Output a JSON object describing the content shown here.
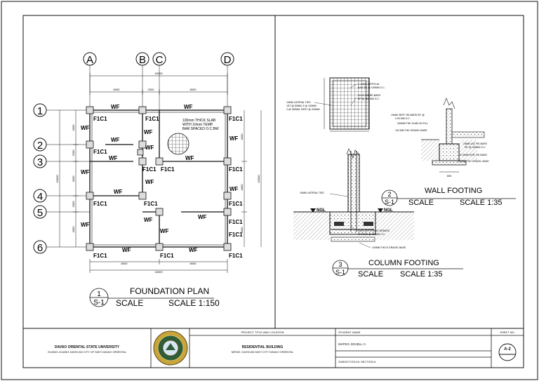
{
  "plan": {
    "grid_cols": [
      "A",
      "B",
      "C",
      "D"
    ],
    "grid_rows": [
      "1",
      "2",
      "3",
      "4",
      "5",
      "6"
    ],
    "overall_dim": "16000",
    "col_dims": [
      "6000",
      "2000",
      "8000"
    ],
    "bottom_dims": [
      "8000",
      "8000"
    ],
    "bottom_total": "16000",
    "left_total": "16000",
    "right_total": "16000",
    "left_dims": [
      "4000",
      "2000",
      "4000",
      "2000",
      "4000"
    ],
    "right_dims": [
      "4000",
      "4000",
      "4000"
    ],
    "wf": "WF",
    "f1c1": "F1C1",
    "slab_note": [
      "100mm THICK SLAB",
      "WITH 10mm TEMP.",
      "BAR SPACED O.C.BW"
    ],
    "title_number": "1",
    "title_sheet": "S-1",
    "title": "FOUNDATION PLAN",
    "scale_word": "SCALE",
    "scale": "SCALE 1:150"
  },
  "wall_footing": {
    "number": "2",
    "sheet": "S-1",
    "title": "WALL FOOTING",
    "scale_word": "SCALE",
    "scale": "SCALE 1:35",
    "dim": "600",
    "notes": [
      "10MM VERT. RE-BARS SP. @",
      "0.90 MM O.C.",
      "250MM THK SLAB ON FILL",
      "100 MM THK GRAVEL BASE",
      "10MM LAT. RE-BARS",
      "SP. @ 400MM O.C.",
      "5 10MM HOR. RE-BARS",
      "200MM THK GRAVEL BASE"
    ]
  },
  "column_footing": {
    "number": "3",
    "sheet": "S-1",
    "title": "COLUMN FOOTING",
    "scale_word": "SCALE",
    "scale": "SCALE 1:35",
    "ngl": "NGL",
    "notes": [
      "4-10MM VERTICAL",
      "BAR SP. @ 150MM O.C.",
      "10MM LATERAL TIES",
      "1ST @ 50MM, 5 @ 100MM",
      "2 @ 150MM, REST @ 200MM",
      "10-12 MM RE-BARS",
      "SP @ 150 MM O.C.",
      "10MM LATERAL TIES",
      "MAIN DEFORMED REBARS",
      "SPACED @ 150MM O.C.",
      "100MM THICK GRAVEL BASE"
    ]
  },
  "title_block": {
    "university": "DAVAO ORIENTAL STATE UNIVERSITY",
    "address": "GUANG-GUANG DAHICAN CITY OF MATI DAVAO ORIENTAL",
    "project_label": "PROJECT TITLE AND LOCATION",
    "project_title": "RESIDENTIAL BUILDING",
    "project_location": "MENZI, DAHICAN MATI CITY DAVAO ORIENTAL",
    "student_label": "STUDENT NAME",
    "student_name": "MATEO, EDJELL C.",
    "subject": "SUBJECT:ES121  SECTION A",
    "sheet_label": "SHEET NO.",
    "sheet_no": "A-2"
  },
  "colors": {
    "line": "#111111",
    "hatch": "#555555",
    "gravel": "#888888"
  }
}
